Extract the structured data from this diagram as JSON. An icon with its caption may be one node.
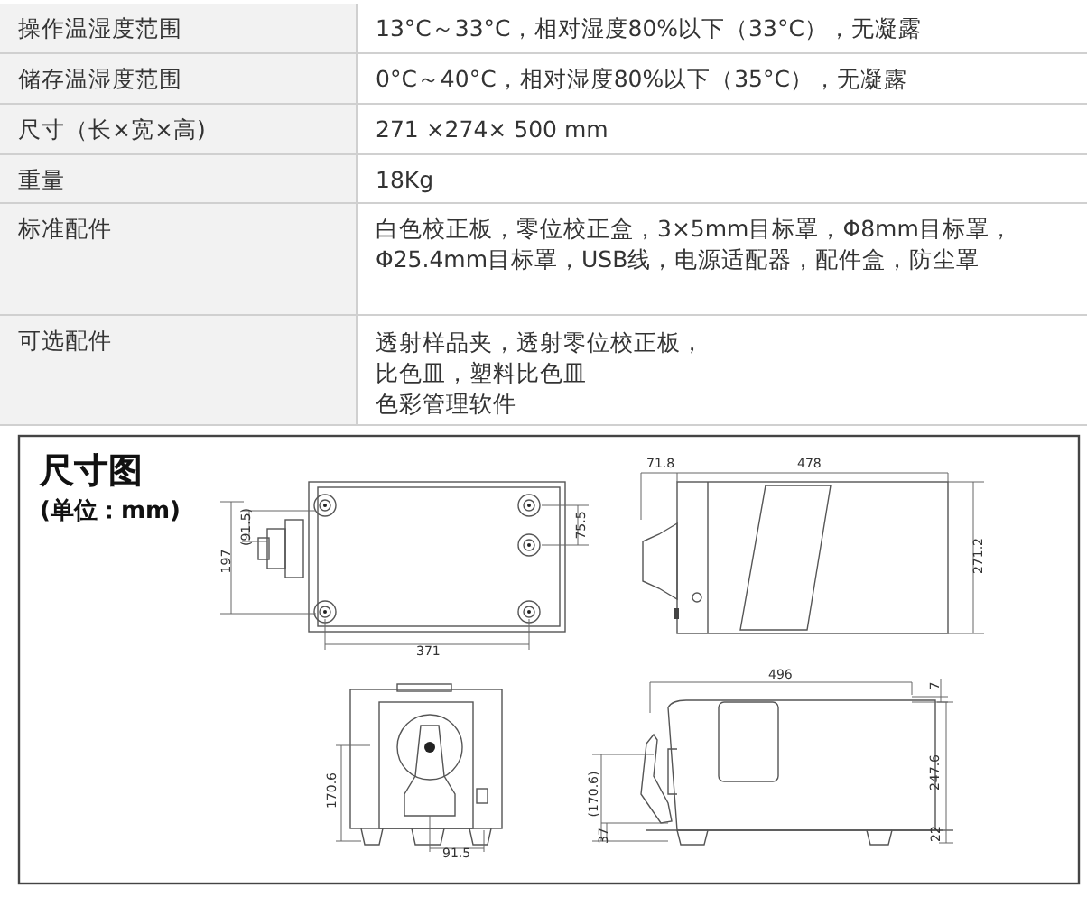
{
  "diagram": {
    "labels": [
      "操作温湿度范围",
      "13°C～33°C，相对湿度80%以下（33°C），无凝露",
      "储存温湿度范围",
      "0°C～40°C，相对湿度80%以下（35°C），无凝露",
      "尺寸（长×宽×高)",
      "271 ×274× 500 mm",
      "重量",
      "18Kg",
      "标准配件",
      "白色校正板，零位校正盒，3×5mm目标罩，Φ8mm目标罩，Φ25.4mm目标罩，USB线，电源适配器，配件盒，防尘罩",
      "可选配件",
      "透射样品夹，透射零位校正板，",
      "比色皿，塑料比色皿",
      "色彩管理软件",
      "尺寸图",
      "(单位：mm)",
      "197",
      "(91.5)",
      "75.5",
      "371",
      "71.8",
      "478",
      "271.2",
      "496",
      "7",
      "170.6",
      "(170.6)",
      "247.6",
      "37",
      "22",
      "91.5"
    ]
  }
}
